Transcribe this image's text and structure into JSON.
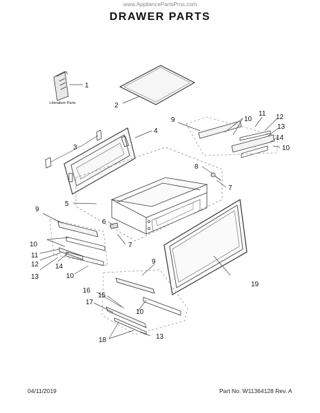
{
  "watermark": "www.AppliancePartsPros.com",
  "title": "DRAWER PARTS",
  "literature_label": "Literature Parts",
  "callouts": [
    {
      "id": "c1",
      "label": "1"
    },
    {
      "id": "c2",
      "label": "2"
    },
    {
      "id": "c3",
      "label": "3"
    },
    {
      "id": "c4",
      "label": "4"
    },
    {
      "id": "c5",
      "label": "5"
    },
    {
      "id": "c6",
      "label": "6"
    },
    {
      "id": "c7a",
      "label": "7"
    },
    {
      "id": "c7b",
      "label": "7"
    },
    {
      "id": "c8",
      "label": "8"
    },
    {
      "id": "c9a",
      "label": "9"
    },
    {
      "id": "c9b",
      "label": "9"
    },
    {
      "id": "c9c",
      "label": "9"
    },
    {
      "id": "c10a",
      "label": "10"
    },
    {
      "id": "c10b",
      "label": "10"
    },
    {
      "id": "c10c",
      "label": "10"
    },
    {
      "id": "c10d",
      "label": "10"
    },
    {
      "id": "c10e",
      "label": "10"
    },
    {
      "id": "c11a",
      "label": "11"
    },
    {
      "id": "c11b",
      "label": "11"
    },
    {
      "id": "c12a",
      "label": "12"
    },
    {
      "id": "c12b",
      "label": "12"
    },
    {
      "id": "c13a",
      "label": "13"
    },
    {
      "id": "c13b",
      "label": "13"
    },
    {
      "id": "c13c",
      "label": "13"
    },
    {
      "id": "c14a",
      "label": "14"
    },
    {
      "id": "c14b",
      "label": "14"
    },
    {
      "id": "c15",
      "label": "15"
    },
    {
      "id": "c16",
      "label": "16"
    },
    {
      "id": "c17",
      "label": "17"
    },
    {
      "id": "c18",
      "label": "18"
    },
    {
      "id": "c19",
      "label": "19"
    }
  ],
  "footer": {
    "date": "04/11/2019",
    "part_info": "Part No. W11364128  Rev. A"
  }
}
